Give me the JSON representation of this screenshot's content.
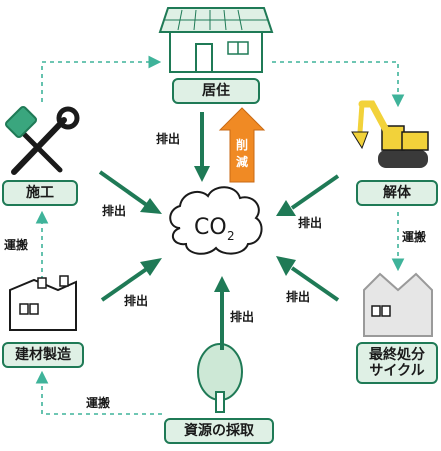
{
  "center": {
    "main": "CO",
    "sub": "2"
  },
  "stages": {
    "residence": "居住",
    "demolition": "解体",
    "disposal_line1": "最終処分",
    "disposal_line2": "サイクル",
    "extraction": "資源の採取",
    "manufacturing": "建材製造",
    "construction": "施工"
  },
  "flows": {
    "emission": "排出",
    "reduction": "削減",
    "transport": "運搬"
  },
  "colors": {
    "green_dark": "#1f7a56",
    "green_light": "#dff0e5",
    "dashed_teal": "#3fb39a",
    "orange": "#f08a24",
    "gray_building": "#e6e6e6",
    "tree_green": "#cde8d6",
    "excavator_yellow": "#f2d23a"
  }
}
